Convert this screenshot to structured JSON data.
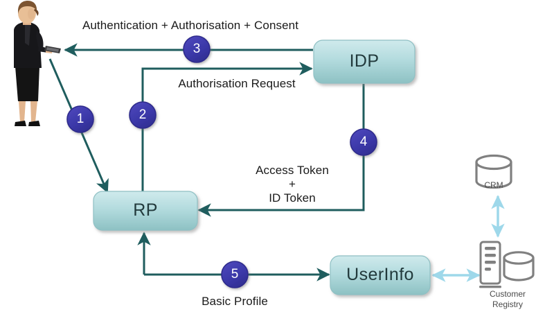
{
  "diagram": {
    "title": "OpenID Connect authentication flow",
    "background": "#ffffff",
    "colors": {
      "flow_line": "#1f5d5e",
      "box_fill_top": "#c3e4e6",
      "box_fill_bottom": "#8fc4c6",
      "box_border": "#7fb6bb",
      "box_text": "#223a3c",
      "step_circle_fill": "#3b38a8",
      "step_circle_border": "#2c2a80",
      "step_circle_text": "#ffffff",
      "label_text": "#1a1a1a",
      "icon_stroke": "#808080",
      "icon_label_text": "#4a4a4a",
      "light_arrow": "#9ed8ea"
    },
    "nodes": [
      {
        "id": "user",
        "label": "",
        "type": "person-photo",
        "description": "businesswoman holding tablet"
      },
      {
        "id": "idp",
        "label": "IDP",
        "type": "rounded-box"
      },
      {
        "id": "rp",
        "label": "RP",
        "type": "rounded-box"
      },
      {
        "id": "userinfo",
        "label": "UserInfo",
        "type": "rounded-box"
      },
      {
        "id": "crm",
        "label": "CRM",
        "type": "database-cylinder"
      },
      {
        "id": "customer_registry",
        "label": "Customer\nRegistry",
        "label_line1": "Customer",
        "label_line2": "Registry",
        "type": "server-and-database"
      }
    ],
    "flows": [
      {
        "step": "1",
        "label": "",
        "from": "user",
        "to": "rp",
        "style": "diagonal-arrow"
      },
      {
        "step": "2",
        "label": "Authorisation Request",
        "from": "rp",
        "to": "idp",
        "style": "elbow-arrow"
      },
      {
        "step": "3",
        "label": "Authentication + Authorisation + Consent",
        "from": "idp",
        "to": "user",
        "style": "straight-arrow-left"
      },
      {
        "step": "4",
        "label": "Access Token\n+\nID Token",
        "label_line1": "Access Token",
        "label_line2": "+",
        "label_line3": "ID Token",
        "from": "idp",
        "to": "rp",
        "style": "elbow-arrow"
      },
      {
        "step": "5",
        "label": "Basic Profile",
        "from": "rp",
        "to": "userinfo",
        "style": "elbow-arrow-bidirectional"
      }
    ],
    "backend_links": [
      {
        "from": "customer_registry",
        "to": "crm",
        "style": "double-headed-light-arrow",
        "orientation": "vertical"
      },
      {
        "from": "userinfo",
        "to": "customer_registry",
        "style": "double-headed-light-arrow",
        "orientation": "horizontal"
      }
    ],
    "labels": {
      "auth_consent": "Authentication + Authorisation + Consent",
      "authorisation_request": "Authorisation Request",
      "access_token_line1": "Access Token",
      "access_token_line2": "+",
      "access_token_line3": "ID Token",
      "basic_profile": "Basic Profile",
      "idp": "IDP",
      "rp": "RP",
      "userinfo": "UserInfo",
      "crm": "CRM",
      "customer_registry_line1": "Customer",
      "customer_registry_line2": "Registry"
    },
    "steps": {
      "one": "1",
      "two": "2",
      "three": "3",
      "four": "4",
      "five": "5"
    }
  }
}
